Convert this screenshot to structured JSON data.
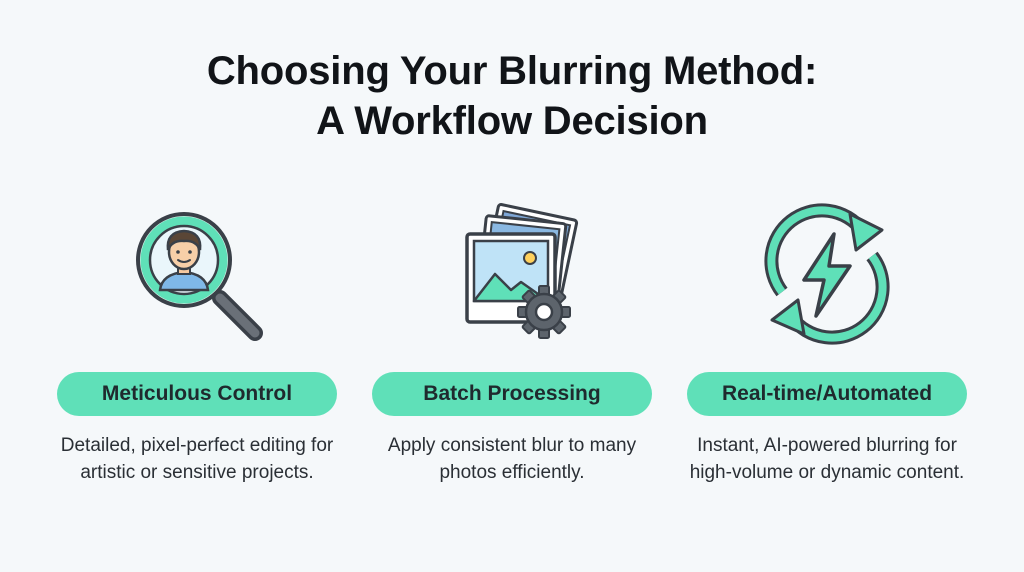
{
  "title": {
    "line1": "Choosing Your Blurring Method:",
    "line2": "A Workflow Decision"
  },
  "colors": {
    "accent": "#5fe0b8",
    "outline": "#3a4048",
    "background": "#f5f8fa"
  },
  "methods": [
    {
      "icon": "magnifier-person-icon",
      "label": "Meticulous Control",
      "description": "Detailed, pixel-perfect editing for artistic or sensitive projects."
    },
    {
      "icon": "photo-stack-gear-icon",
      "label": "Batch Processing",
      "description": "Apply consistent blur to many photos efficiently."
    },
    {
      "icon": "lightning-cycle-icon",
      "label": "Real-time/Automated",
      "description": "Instant, AI-powered blurring for high-volume or dynamic content."
    }
  ]
}
